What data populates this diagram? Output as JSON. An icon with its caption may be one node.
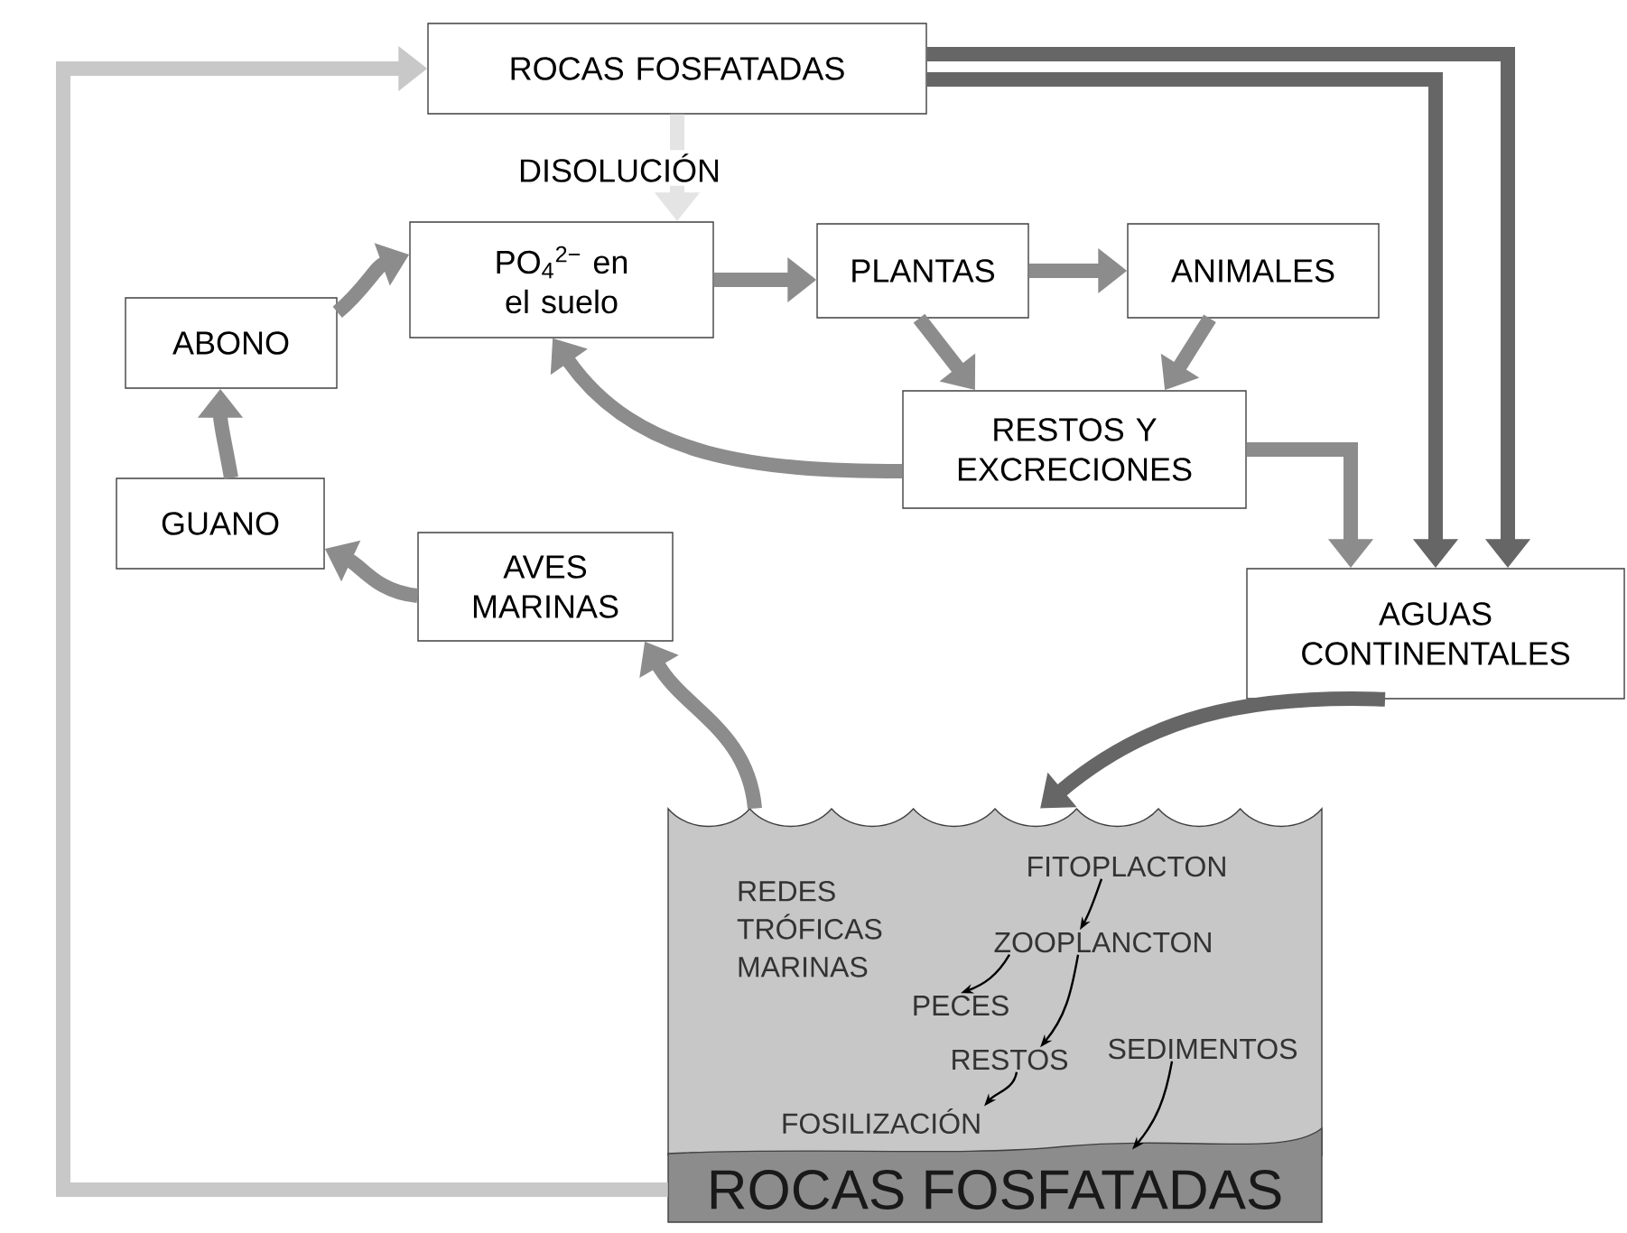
{
  "diagram": {
    "nodes": [
      {
        "text": [
          "ROCAS FOSFATADAS"
        ]
      },
      {
        "text": [
          "PO$_{4}$$^{2−}$ en el suelo"
        ]
      },
      {
        "text": [
          "PLANTAS"
        ]
      },
      {
        "text": [
          "ANIMALES"
        ]
      },
      {
        "text": [
          "ABONO"
        ]
      },
      {
        "text": [
          "RESTOS Y EXCRECIONES"
        ]
      },
      {
        "text": [
          "GUANO"
        ]
      },
      {
        "text": [
          "AVES MARINAS"
        ]
      },
      {
        "text": [
          "AGUAS CONTINENTALES"
        ]
      },
      {
        "text": [
          "REDES TRÓFICAS MARINAS"
        ]
      },
      {
        "text": [
          "FITOPLACTON"
        ],
        "in": 9
      },
      {
        "text": [
          "ZOOPLANCTON"
        ],
        "in": 9
      },
      {
        "text": [
          "PECES"
        ],
        "in": 9
      },
      {
        "text": [
          "RESTOS"
        ],
        "in": 9
      },
      {
        "text": [
          "SEDIMENTOS"
        ],
        "in": 9
      },
      {
        "text": [
          "FOSILIZACIÓN"
        ],
        "in": 9
      },
      {
        "text": [
          "ROCAS FOSFATADAS"
        ]
      }
    ],
    "edges": [
      {
        "from": 16,
        "to": 0,
        "arrow": "to",
        "color": "#c8c8c8"
      },
      {
        "from": 0,
        "to": 1,
        "arrow": "to",
        "color": "#e4e4e4",
        "label": "DISOLUCIÓN"
      },
      {
        "from": 0,
        "to": 8,
        "arrow": "to",
        "color": "#666666"
      },
      {
        "from": 0,
        "to": 8,
        "arrow": "to",
        "color": "#666666"
      },
      {
        "from": 1,
        "to": 2,
        "arrow": "to"
      },
      {
        "from": 2,
        "to": 3,
        "arrow": "to"
      },
      {
        "from": 2,
        "to": 5,
        "arrow": "to"
      },
      {
        "from": 3,
        "to": 5,
        "arrow": "to"
      },
      {
        "from": 5,
        "to": 1,
        "arrow": "to"
      },
      {
        "from": 5,
        "to": 8,
        "arrow": "to"
      },
      {
        "from": 8,
        "to": 9,
        "arrow": "to",
        "color": "#666666"
      },
      {
        "from": 9,
        "to": 7,
        "arrow": "to"
      },
      {
        "from": 7,
        "to": 6,
        "arrow": "to"
      },
      {
        "from": 6,
        "to": 4,
        "arrow": "to"
      },
      {
        "from": 4,
        "to": 1,
        "arrow": "to"
      },
      {
        "from": 10,
        "to": 11,
        "arrow": "to",
        "color": "#000000"
      },
      {
        "from": 11,
        "to": 12,
        "arrow": "to",
        "color": "#000000"
      },
      {
        "from": 11,
        "to": 13,
        "arrow": "to",
        "color": "#000000"
      },
      {
        "from": 13,
        "to": 15,
        "arrow": "to",
        "color": "#000000"
      },
      {
        "from": 14,
        "to": 16,
        "arrow": "to",
        "color": "#000000"
      }
    ]
  }
}
